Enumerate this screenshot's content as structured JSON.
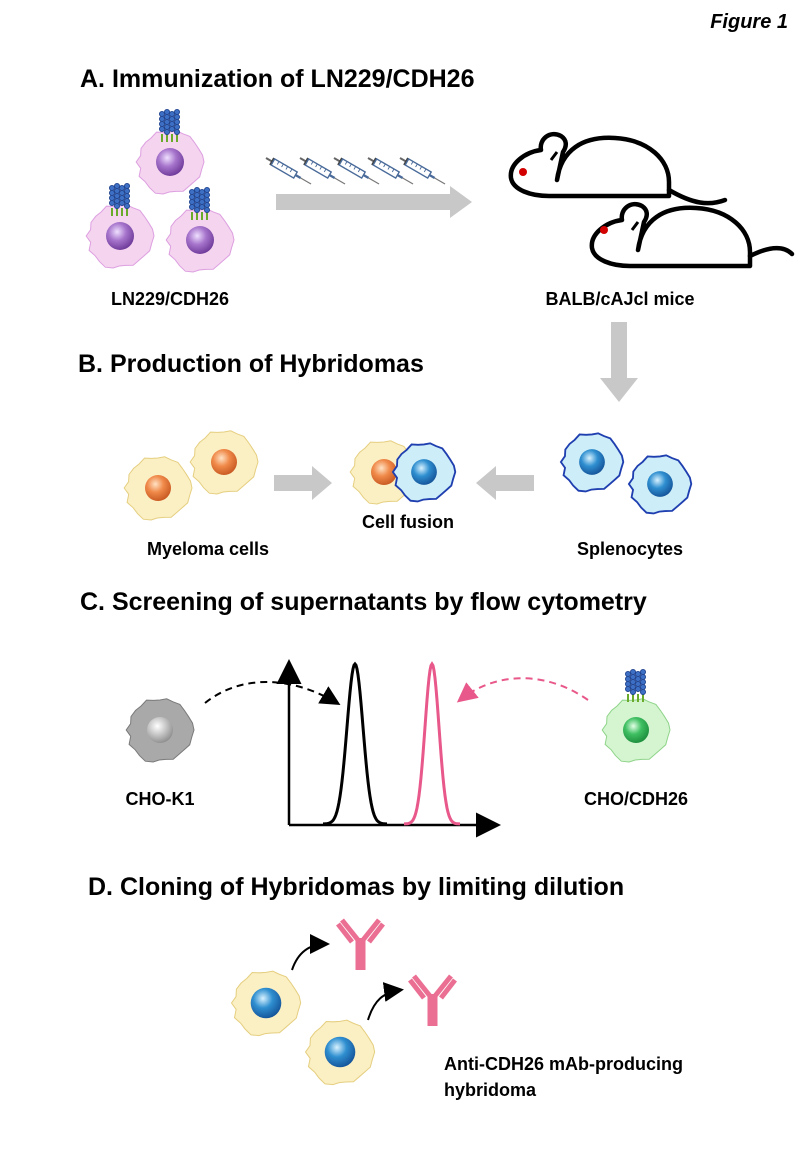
{
  "figure_label": "Figure 1",
  "sections": {
    "a": {
      "heading": "A. Immunization of LN229/CDH26",
      "cells_label": "LN229/CDH26",
      "mice_label": "BALB/cAJcl mice"
    },
    "b": {
      "heading": "B. Production of Hybridomas",
      "myeloma_label": "Myeloma cells",
      "fusion_label": "Cell fusion",
      "splenocyte_label": "Splenocytes"
    },
    "c": {
      "heading": "C. Screening of supernatants by flow cytometry",
      "negative_label": "CHO-K1",
      "positive_label": "CHO/CDH26"
    },
    "d": {
      "heading": "D. Cloning of Hybridomas by limiting dilution",
      "result_line1": "Anti-CDH26 mAb-producing",
      "result_line2": "hybridoma"
    }
  },
  "colors": {
    "ln229_cell": "#f5d4f0",
    "ln229_nucleus": "#9a62c0",
    "myeloma_cell": "#fbefc4",
    "myeloma_nucleus": "#ef8a4a",
    "splenocyte_cell": "#cdeef8",
    "splenocyte_outline": "#1f3fb0",
    "splenocyte_nucleus": "#2f8fd0",
    "cho_k1_cell": "#a9a9a9",
    "cho_k1_nucleus": "#c8c8c8",
    "cho_cdh26_cell": "#d4f5cf",
    "cho_cdh26_nucleus": "#3fbf62",
    "antibody": "#ea6f93",
    "process_arrow": "#c8c8c8",
    "histogram_negative": "#000000",
    "histogram_positive": "#e8588a",
    "mouse_eye": "#d20000"
  },
  "icons": [
    "syringe-icon",
    "mouse-icon",
    "antibody-icon",
    "cdh26-receptor-icon",
    "cell-icon"
  ]
}
